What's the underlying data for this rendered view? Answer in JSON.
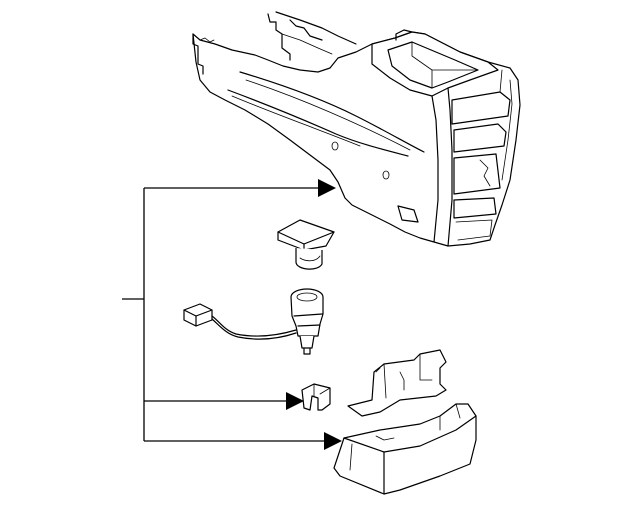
{
  "diagram": {
    "style": "exploded-parts-view",
    "line_color": "#000000",
    "background": "#ffffff",
    "parts": [
      "console-box",
      "cup-holder-plug",
      "power-outlet-socket",
      "wire-harness-connector",
      "mounting-bracket",
      "retainer-clip",
      "rear-console-panel"
    ]
  }
}
